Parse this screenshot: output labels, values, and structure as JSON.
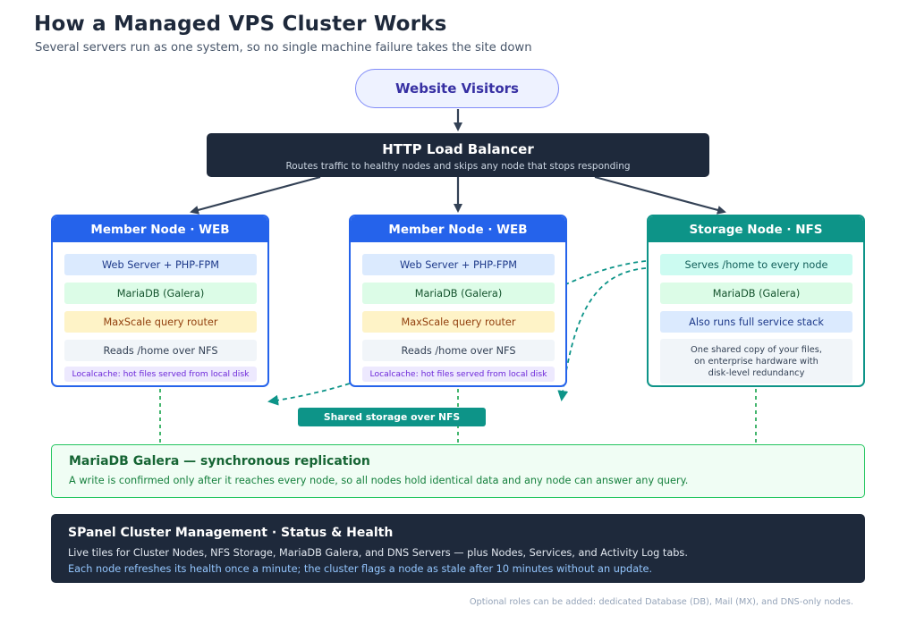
{
  "title": "How a Managed VPS Cluster Works",
  "subtitle": "Several servers run as one system, so no single machine failure takes the site down",
  "visitors": {
    "label": "Website Visitors"
  },
  "load_balancer": {
    "title": "HTTP Load Balancer",
    "subtitle": "Routes traffic to healthy nodes and skips any node that stops responding"
  },
  "nodes": [
    {
      "title": "Member Node · WEB",
      "rows": [
        "Web Server + PHP-FPM",
        "MariaDB (Galera)",
        "MaxScale query router",
        "Reads /home over NFS",
        "Localcache: hot files served from local disk"
      ]
    },
    {
      "title": "Member Node · WEB",
      "rows": [
        "Web Server + PHP-FPM",
        "MariaDB (Galera)",
        "MaxScale query router",
        "Reads /home over NFS",
        "Localcache: hot files served from local disk"
      ]
    },
    {
      "title": "Storage Node · NFS",
      "rows": [
        "Serves /home to every node",
        "MariaDB (Galera)",
        "Also runs full service stack"
      ],
      "note_lines": [
        "One shared copy of your files,",
        "on enterprise hardware with",
        "disk-level redundancy"
      ]
    }
  ],
  "nfs_label": "Shared storage over NFS",
  "galera": {
    "title": "MariaDB Galera — synchronous replication",
    "description": "A write is confirmed only after it reaches every node, so all nodes hold identical data and any node can answer any query."
  },
  "spanel": {
    "title": "SPanel Cluster Management · Status & Health",
    "line1": "Live tiles for Cluster Nodes, NFS Storage, MariaDB Galera, and DNS Servers — plus Nodes, Services, and Activity Log tabs.",
    "line2": "Each node refreshes its health once a minute; the cluster flags a node as stale after 10 minutes without an update."
  },
  "footnote": "Optional roles can be added: dedicated Database (DB), Mail (MX), and DNS-only nodes.",
  "colors": {
    "web_accent": "#2563eb",
    "storage_accent": "#0d9488",
    "galera_green": "#22c55e",
    "dark": "#1e293b",
    "arrow": "#334155"
  }
}
